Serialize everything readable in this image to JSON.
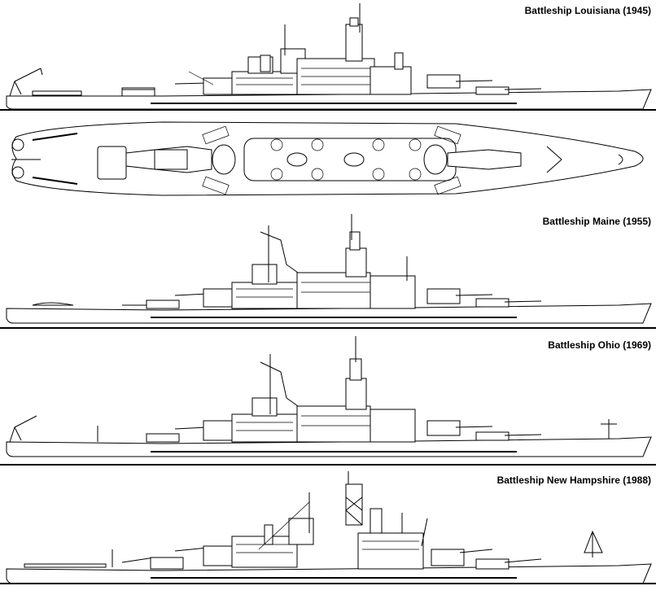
{
  "figure": {
    "ships": [
      {
        "id": "louisiana",
        "label": "Battleship Louisiana (1945)",
        "view": "profile"
      },
      {
        "id": "louisiana-plan",
        "label": "",
        "view": "plan"
      },
      {
        "id": "maine",
        "label": "Battleship Maine (1955)",
        "view": "profile"
      },
      {
        "id": "ohio",
        "label": "Battleship Ohio (1969)",
        "view": "profile"
      },
      {
        "id": "new-hampshire",
        "label": "Battleship New Hampshire (1988)",
        "view": "profile"
      }
    ]
  }
}
